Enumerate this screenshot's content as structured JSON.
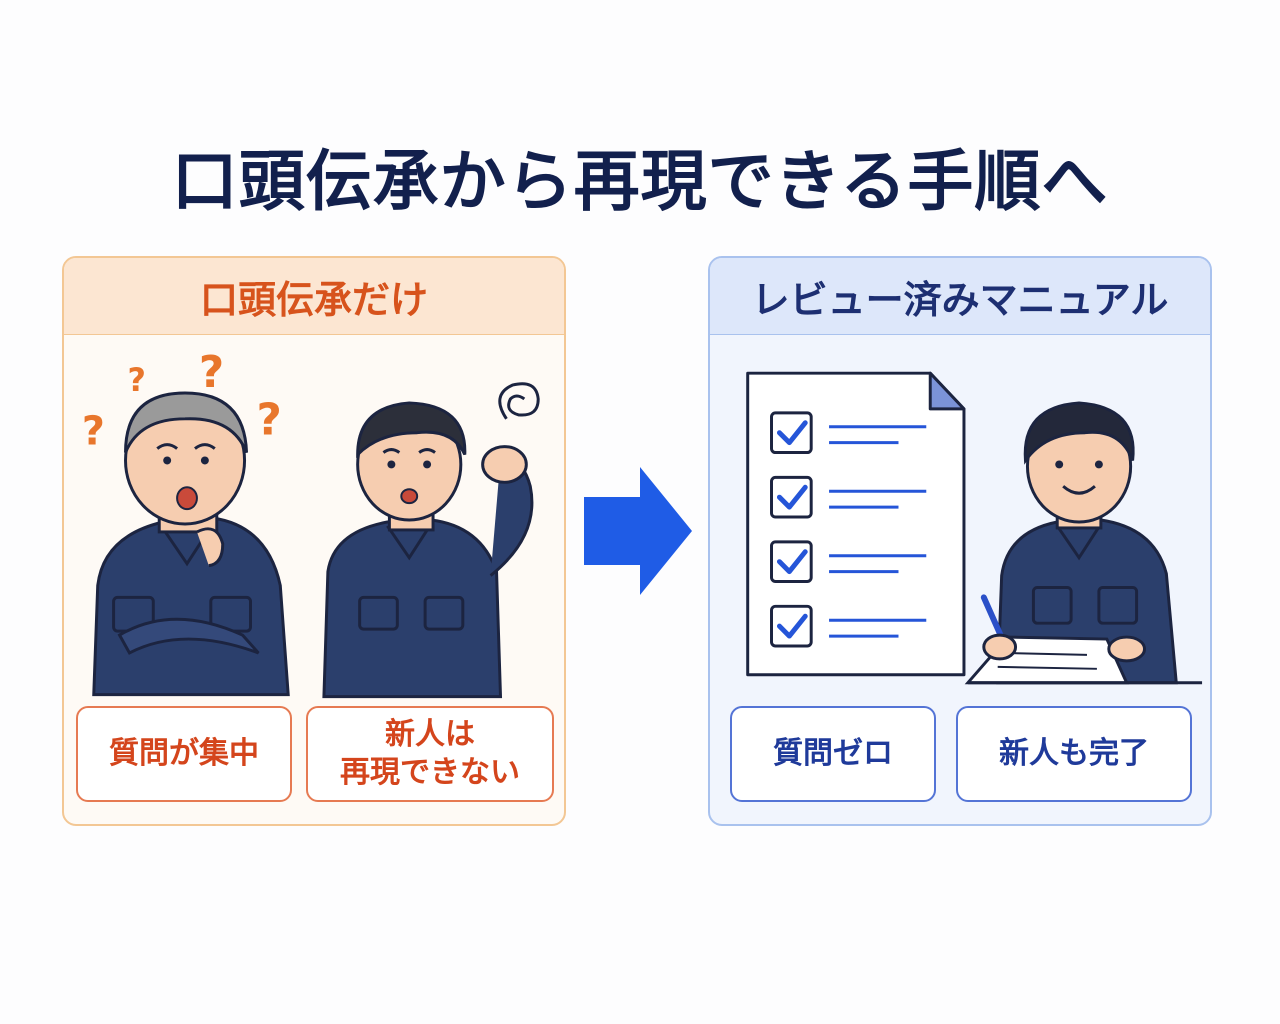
{
  "title": "口頭伝承から再現できる手順へ",
  "left_panel": {
    "header": "口頭伝承だけ",
    "badges": [
      "質問が集中",
      "新人は\n再現できない"
    ]
  },
  "right_panel": {
    "header": "レビュー済みマニュアル",
    "badges": [
      "質問ゼロ",
      "新人も完了"
    ]
  },
  "illustrations": {
    "left": [
      "confused-veteran-worker",
      "confused-new-worker",
      "question-mark-icon",
      "dizzy-swirl-icon"
    ],
    "center": "right-arrow-icon",
    "right": [
      "checklist-document",
      "smiling-worker-writing"
    ]
  },
  "checklist": {
    "items_checked": 4,
    "items_total": 4
  },
  "colors": {
    "title": "#12204d",
    "left_accent": "#d7531c",
    "left_border": "#f3c794",
    "right_accent": "#1d2f72",
    "right_border": "#a9c2ee",
    "arrow": "#1f5ce6",
    "uniform": "#2b3f6c"
  }
}
